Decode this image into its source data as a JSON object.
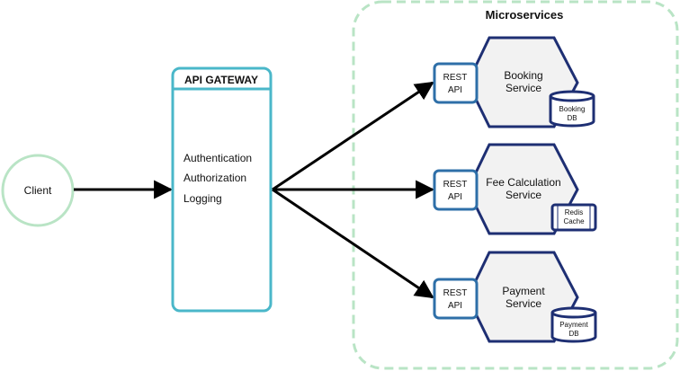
{
  "client": {
    "label": "Client"
  },
  "gateway": {
    "title": "API GATEWAY",
    "features": [
      "Authentication",
      "Authorization",
      "Logging"
    ]
  },
  "microservices": {
    "title": "Microservices",
    "services": [
      {
        "api_label_1": "REST",
        "api_label_2": "API",
        "name_1": "Booking",
        "name_2": "Service",
        "store_type": "database",
        "store_label_1": "Booking",
        "store_label_2": "DB"
      },
      {
        "api_label_1": "REST",
        "api_label_2": "API",
        "name_1": "Fee Calculation",
        "name_2": "Service",
        "store_type": "cache",
        "store_label_1": "Redis",
        "store_label_2": "Cache"
      },
      {
        "api_label_1": "REST",
        "api_label_2": "API",
        "name_1": "Payment",
        "name_2": "Service",
        "store_type": "database",
        "store_label_1": "Payment",
        "store_label_2": "DB"
      }
    ]
  },
  "colors": {
    "client_stroke": "#b9e4c5",
    "boundary_stroke": "#b9e4c5",
    "gateway_stroke": "#4ab7c9",
    "service_stroke": "#1e2f73",
    "service_fill": "#f2f2f2",
    "api_stroke": "#2e6fa8",
    "arrow": "#000000"
  }
}
